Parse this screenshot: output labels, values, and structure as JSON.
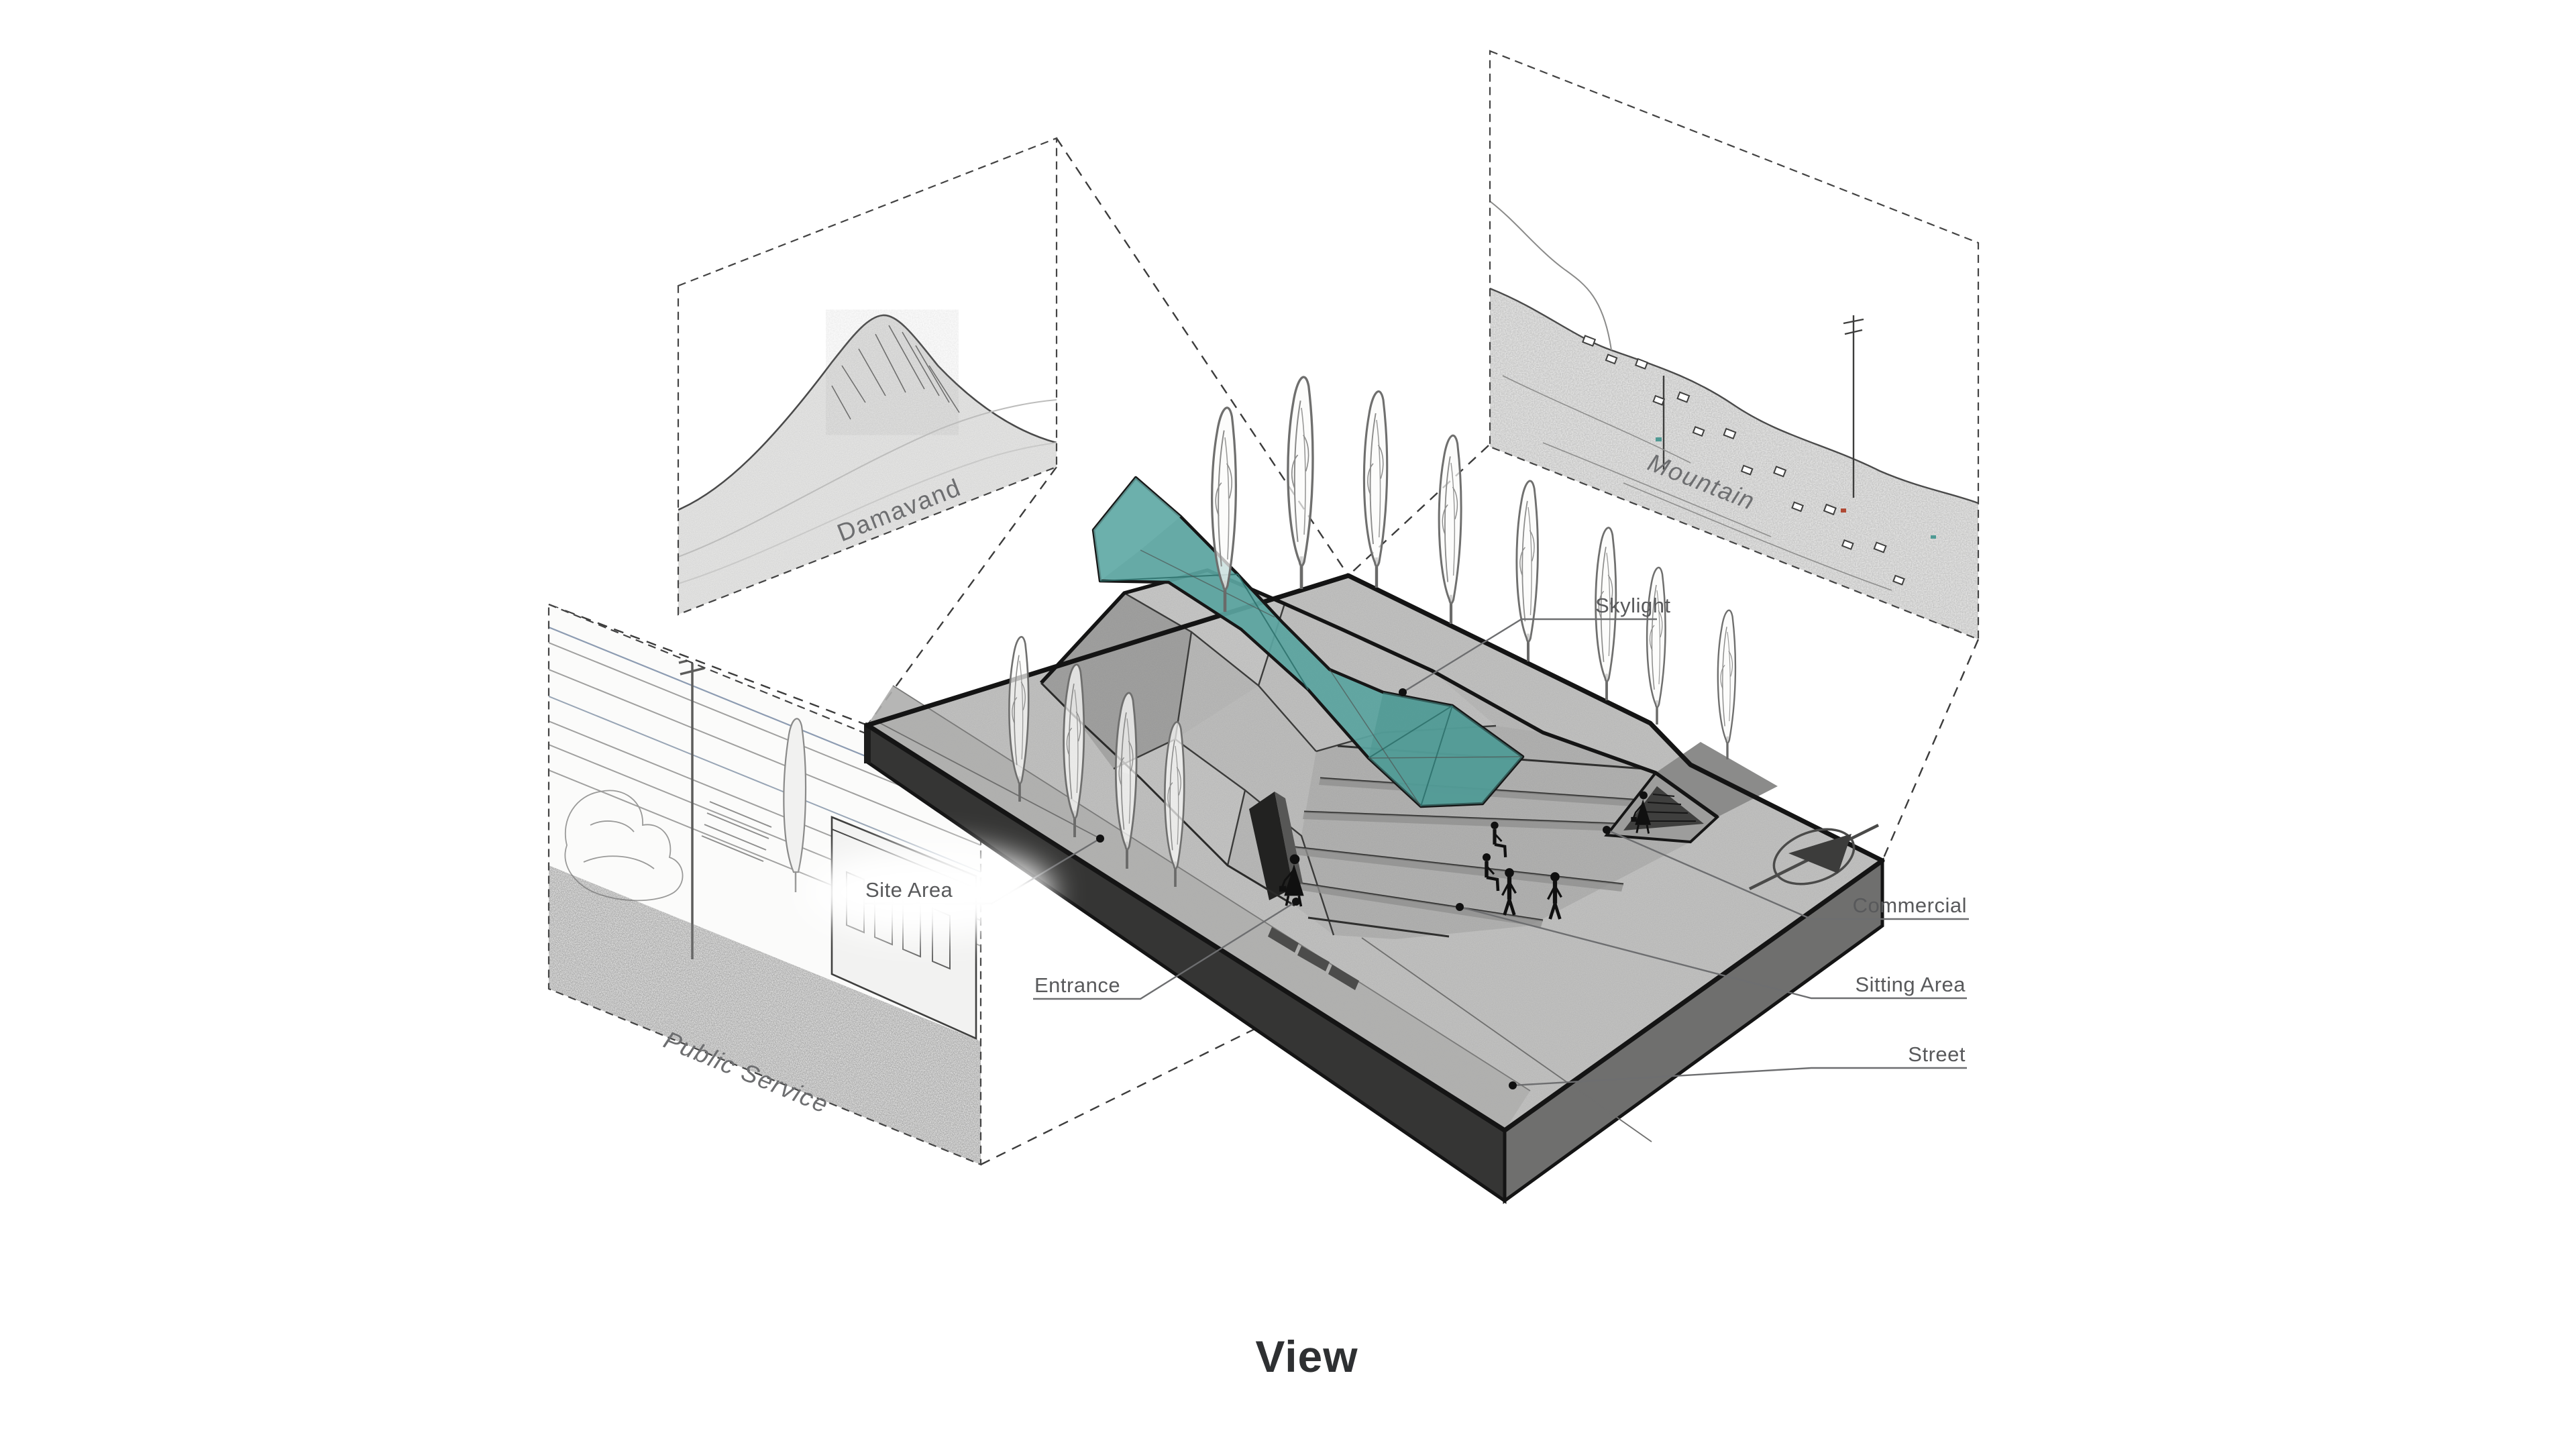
{
  "title": {
    "text": "View"
  },
  "panels": {
    "damavand": {
      "label": "Damavand"
    },
    "mountain": {
      "label": "Mountain"
    },
    "public_service": {
      "label": "Public Service"
    }
  },
  "annotations": {
    "skylight": {
      "label": "Skylight"
    },
    "site_area": {
      "label": "Site Area"
    },
    "entrance": {
      "label": "Entrance"
    },
    "commercial": {
      "label": "Commercial"
    },
    "sitting_area": {
      "label": "Sitting Area"
    },
    "street": {
      "label": "Street"
    }
  },
  "icons": {
    "north_arrow": "compass-north-arrow"
  },
  "colors": {
    "background": "#ffffff",
    "accent_teal": "#5aa49f",
    "accent_teal_light": "#6fb2ad",
    "accent_teal_dark": "#4c968f",
    "label_gray": "#58595b",
    "panel_label_gray": "#6d6e70",
    "line_dark": "#141414",
    "concrete_light": "#c9c9c8",
    "concrete_mid": "#a8a8a7",
    "slab_side_dark": "#353534",
    "slab_side_right": "#6f6f6e",
    "title_color": "#2e3032"
  }
}
